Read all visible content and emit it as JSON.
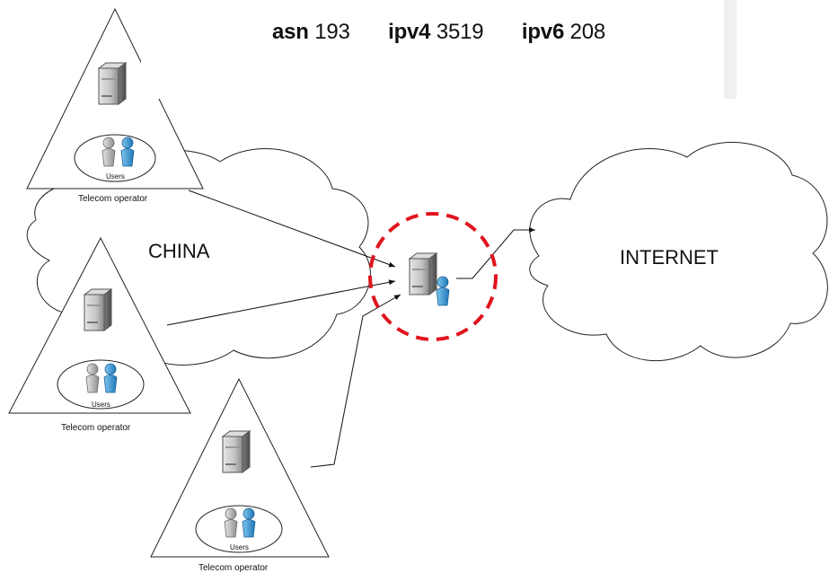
{
  "stats": {
    "asn_label": "asn",
    "asn_value": "193",
    "ipv4_label": "ipv4",
    "ipv4_value": "3519",
    "ipv6_label": "ipv6",
    "ipv6_value": "208"
  },
  "diagram": {
    "china_label": "CHINA",
    "internet_label": "INTERNET",
    "operators": [
      {
        "label": "Telecom operator",
        "users_label": "Users"
      },
      {
        "label": "Telecom operator",
        "users_label": "Users"
      },
      {
        "label": "Telecom operator",
        "users_label": "Users"
      }
    ],
    "highlight_color": "#e0141e"
  }
}
